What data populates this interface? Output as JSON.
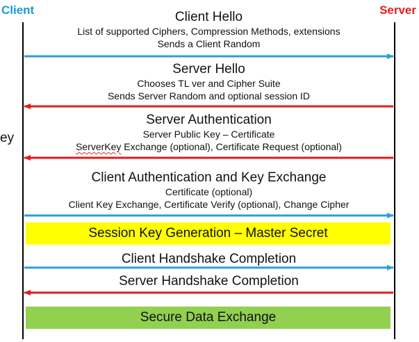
{
  "parties": {
    "client": {
      "label": "Client",
      "color": "#1a9ad6"
    },
    "server": {
      "label": "Server",
      "color": "#e61e1e"
    }
  },
  "stray_text": "ey",
  "messages": [
    {
      "title": "Client Hello",
      "lines": [
        "List of supported Ciphers, Compression Methods, extensions",
        "Sends a Client Random"
      ],
      "direction": "client-to-server"
    },
    {
      "title": "Server Hello",
      "lines": [
        "Chooses TL ver and Cipher Suite",
        "Sends Server Random and optional session ID"
      ],
      "direction": "server-to-client"
    },
    {
      "title": "Server Authentication",
      "lines": [
        "Server Public Key – Certificate"
      ],
      "line_parts": {
        "squiggled": "ServerKey",
        "rest": " Exchange (optional), Certificate Request (optional)"
      },
      "direction": "server-to-client"
    },
    {
      "title": "Client Authentication and Key Exchange",
      "lines": [
        "Certificate (optional)",
        "Client Key Exchange, Certificate Verify (optional), Change Cipher"
      ],
      "direction": "client-to-server"
    },
    {
      "title": "Client Handshake Completion",
      "lines": [],
      "direction": "client-to-server"
    },
    {
      "title": "Server Handshake Completion",
      "lines": [],
      "direction": "server-to-client"
    }
  ],
  "bands": {
    "session": {
      "label": "Session Key Generation – Master Secret",
      "color": "#ffff00"
    },
    "secure": {
      "label": "Secure Data Exchange",
      "color": "#92d050"
    }
  },
  "arrow_colors": {
    "client-to-server": "#2a9fd8",
    "server-to-client": "#e31b1b"
  }
}
